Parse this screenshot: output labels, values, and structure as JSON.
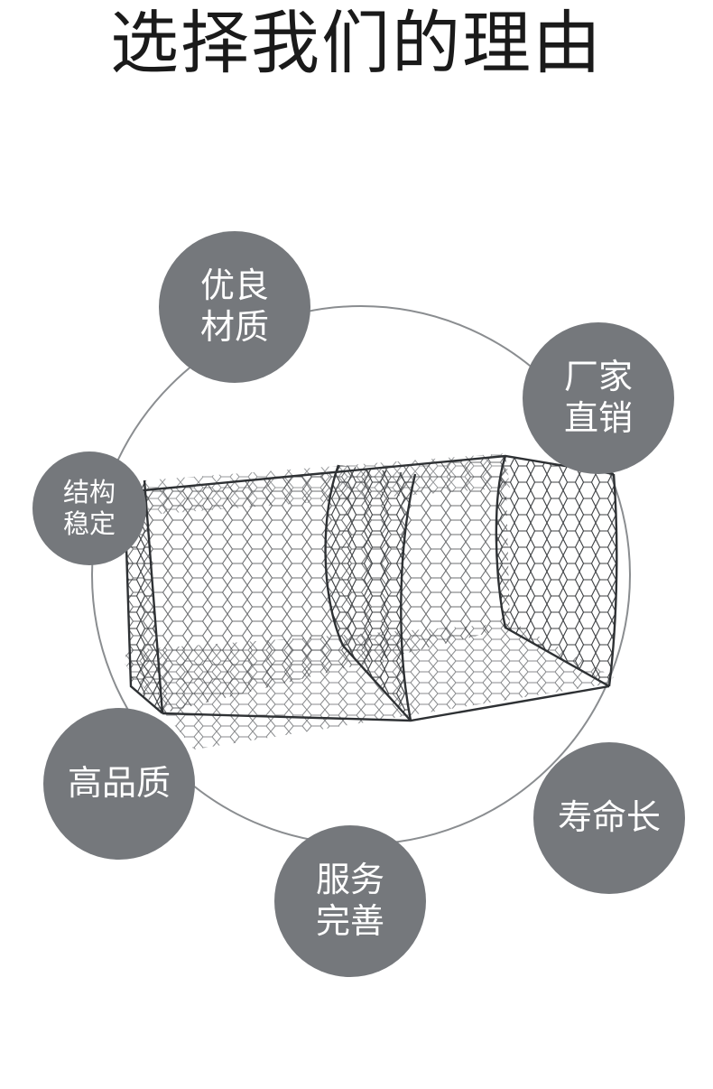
{
  "title": "选择我们的理由",
  "badges": {
    "quality_material": "优良\n材质",
    "factory_direct": "厂家\n直销",
    "stable_structure": "结构\n稳定",
    "high_quality": "高品质",
    "long_life": "寿命长",
    "good_service": "服务\n完善"
  },
  "colors": {
    "badge_bg": "#75787c",
    "ring": "#8a8d90",
    "mesh": "#3c3f42",
    "title": "#1a1a1a"
  },
  "product_image": "gabion-wire-mesh-box"
}
